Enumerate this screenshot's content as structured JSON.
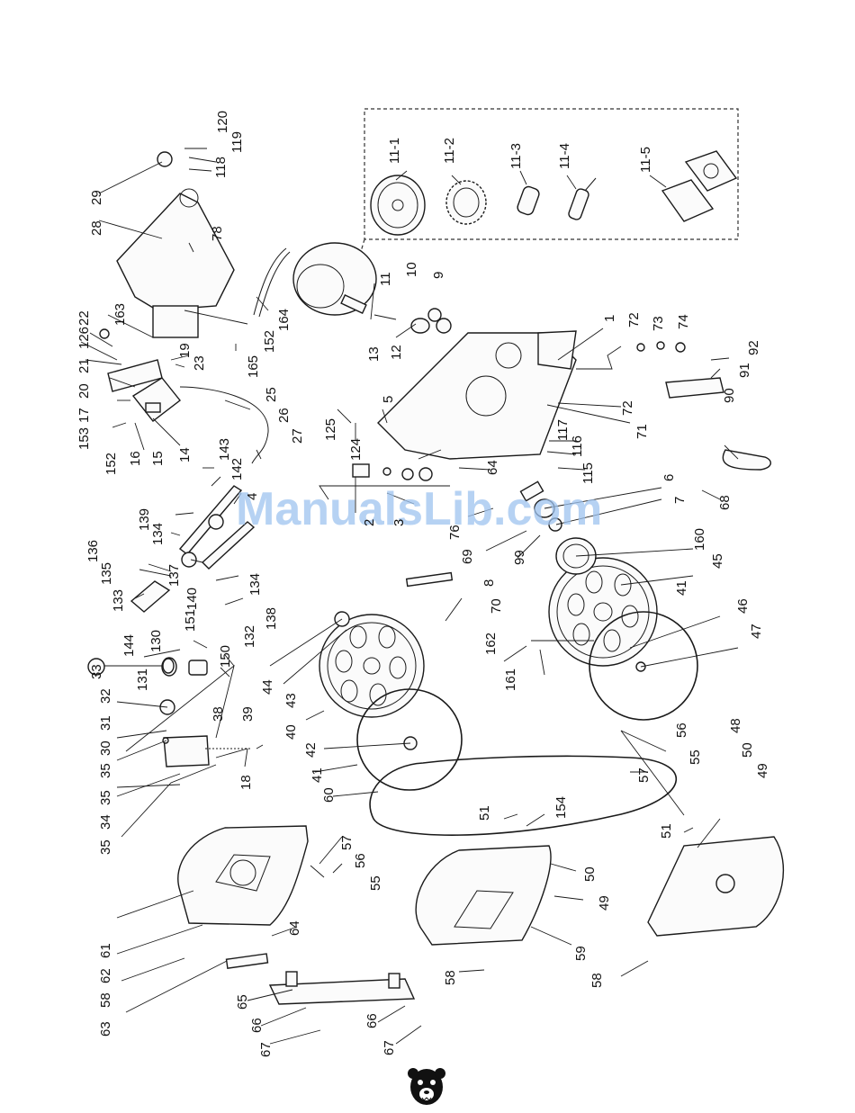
{
  "watermark": "ManualsLib.com",
  "part_numbers": [
    "1",
    "2",
    "3",
    "4",
    "5",
    "6",
    "7",
    "8",
    "9",
    "10",
    "11",
    "11-1",
    "11-2",
    "11-3",
    "11-4",
    "11-5",
    "12",
    "13",
    "14",
    "15",
    "16",
    "17",
    "18",
    "19",
    "20",
    "21",
    "22",
    "23",
    "25",
    "26",
    "27",
    "28",
    "29",
    "30",
    "31",
    "32",
    "33",
    "34",
    "35",
    "38",
    "39",
    "40",
    "41",
    "42",
    "43",
    "44",
    "45",
    "46",
    "47",
    "48",
    "49",
    "50",
    "51",
    "55",
    "56",
    "57",
    "58",
    "59",
    "60",
    "61",
    "62",
    "63",
    "64",
    "65",
    "66",
    "67",
    "68",
    "69",
    "70",
    "71",
    "72",
    "73",
    "74",
    "76",
    "78",
    "90",
    "91",
    "92",
    "99",
    "115",
    "116",
    "117",
    "118",
    "119",
    "120",
    "124",
    "125",
    "126",
    "130",
    "131",
    "132",
    "133",
    "134",
    "135",
    "136",
    "137",
    "138",
    "139",
    "140",
    "142",
    "143",
    "144",
    "150",
    "151",
    "152",
    "153",
    "154",
    "160",
    "161",
    "162",
    "163",
    "164",
    "165"
  ],
  "logo": "grizzly-bear-logo"
}
